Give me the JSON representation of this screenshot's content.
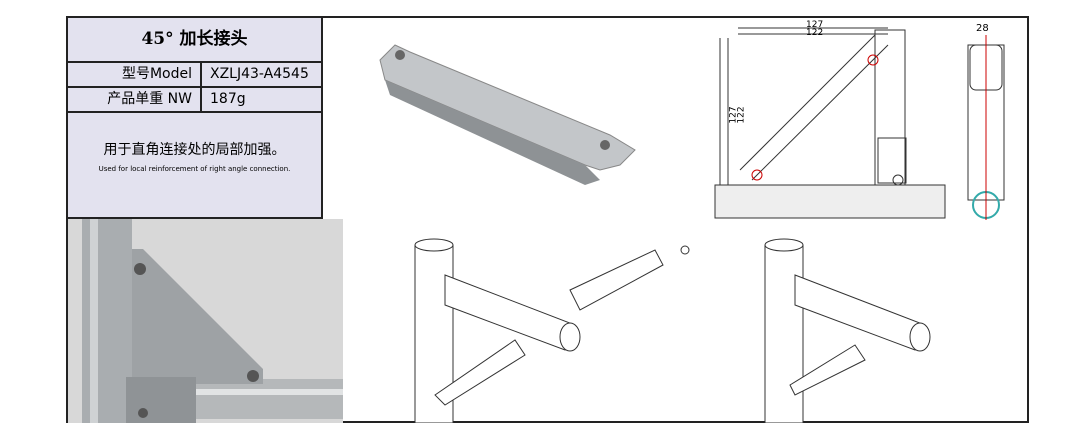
{
  "spec": {
    "title": "45° 加长接头",
    "model_label": "型号Model",
    "model_value": "XZLJ43-A4545",
    "weight_label": "产品单重 NW",
    "weight_value": "187g",
    "desc_cn": "用于直角连接处的局部加强。",
    "desc_en": "Used for local reinforcement of right angle connection."
  },
  "drawing": {
    "dim_width_outer": "127",
    "dim_width_inner": "122",
    "dim_height_outer": "127",
    "dim_height_inner": "122",
    "dim_thickness": "28"
  }
}
